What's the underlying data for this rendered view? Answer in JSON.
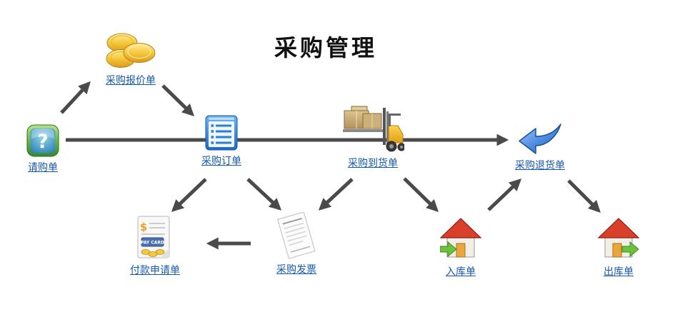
{
  "title": "采购管理",
  "nodes": [
    {
      "id": "requisition",
      "label": "请购单",
      "icon": "question-icon"
    },
    {
      "id": "quotation",
      "label": "采购报价单",
      "icon": "gold-coins-icon"
    },
    {
      "id": "purchase-order",
      "label": "采购订单",
      "icon": "order-list-icon"
    },
    {
      "id": "arrival",
      "label": "采购到货单",
      "icon": "forklift-cargo-icon"
    },
    {
      "id": "purchase-return",
      "label": "采购退货单",
      "icon": "return-arrow-icon"
    },
    {
      "id": "payment-request",
      "label": "付款申请单",
      "icon": "payment-document-icon"
    },
    {
      "id": "invoice",
      "label": "采购发票",
      "icon": "invoice-paper-icon"
    },
    {
      "id": "warehouse-in",
      "label": "入库单",
      "icon": "house-arrow-in-icon"
    },
    {
      "id": "warehouse-out",
      "label": "出库单",
      "icon": "house-arrow-out-icon"
    }
  ],
  "icons": {
    "pay_card_text": "PAY CARD",
    "question_glyph": "?",
    "dollar_glyph": "$"
  },
  "connections": [
    {
      "from": "请购单",
      "to": "采购报价单"
    },
    {
      "from": "采购报价单",
      "to": "采购订单"
    },
    {
      "from": "请购单",
      "to": "采购订单"
    },
    {
      "from": "采购订单",
      "to": "采购到货单"
    },
    {
      "from": "采购到货单",
      "to": "采购退货单"
    },
    {
      "from": "采购订单",
      "to": "付款申请单"
    },
    {
      "from": "采购订单",
      "to": "采购发票"
    },
    {
      "from": "采购到货单",
      "to": "采购发票"
    },
    {
      "from": "采购到货单",
      "to": "入库单"
    },
    {
      "from": "采购发票",
      "to": "付款申请单"
    },
    {
      "from": "入库单",
      "to": "采购退货单"
    },
    {
      "from": "采购退货单",
      "to": "出库单"
    }
  ],
  "colors": {
    "arrow": "#4a4a4a",
    "link": "#1558ae",
    "title": "#111111"
  }
}
